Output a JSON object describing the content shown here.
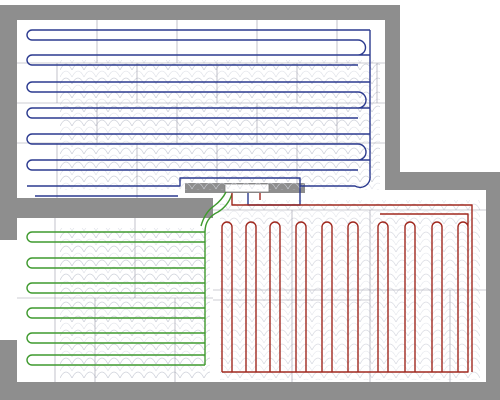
{
  "diagram": {
    "kind": "underfloor-heating-layout",
    "colors": {
      "wall": "#8e8e8e",
      "floor": "#ffffff",
      "tile_grid": "#9a9aa8",
      "arc_pattern": "#c9ccd6",
      "circuit_blue": "#2b3a8f",
      "circuit_green": "#3f9a2e",
      "circuit_red": "#a0281e"
    },
    "zones": [
      {
        "id": "upper-room",
        "circuit": "blue"
      },
      {
        "id": "lower-left-room",
        "circuit": "green"
      },
      {
        "id": "lower-right-room",
        "circuit": "red"
      }
    ],
    "manifold": {
      "shown": true
    }
  }
}
